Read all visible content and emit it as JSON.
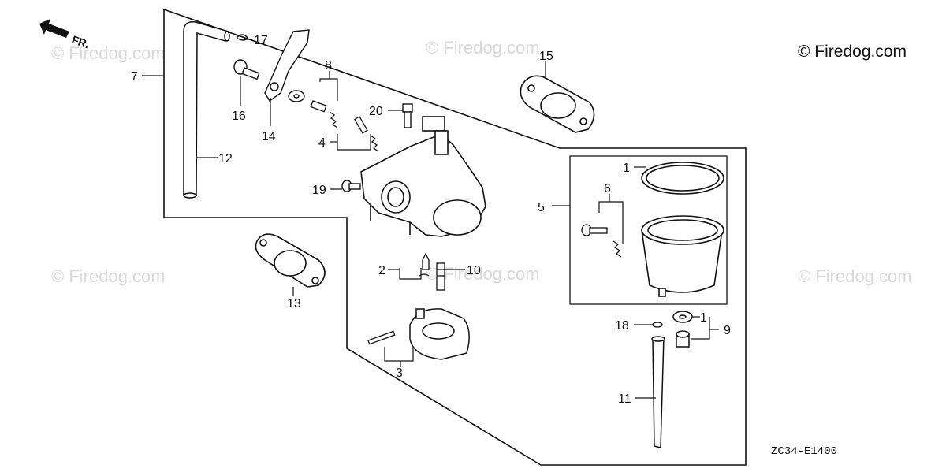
{
  "copyright": "© Firedog.com",
  "watermark_text": "© Firedog.com",
  "diagram_code": "ZC34-E1400",
  "front_marker": "FR.",
  "callouts": {
    "c1a": "1",
    "c1b": "1",
    "c2": "2",
    "c3": "3",
    "c4": "4",
    "c5": "5",
    "c6": "6",
    "c7": "7",
    "c8": "8",
    "c9": "9",
    "c10": "10",
    "c11": "11",
    "c12": "12",
    "c13": "13",
    "c14": "14",
    "c15": "15",
    "c16": "16",
    "c17": "17",
    "c18": "18",
    "c19": "19",
    "c20": "20"
  },
  "colors": {
    "line": "#111111",
    "watermark": "#d8d8d8",
    "background": "#ffffff"
  }
}
